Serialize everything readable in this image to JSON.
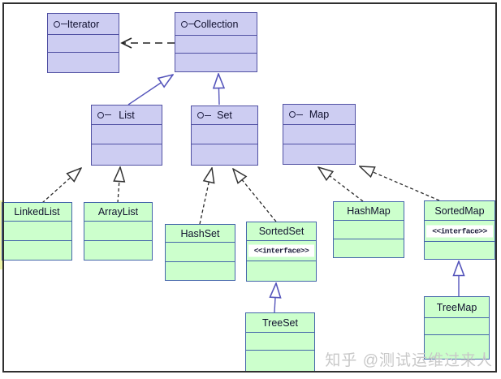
{
  "nodes": {
    "iterator": {
      "name": "Iterator",
      "kind": "interface"
    },
    "collection": {
      "name": "Collection",
      "kind": "interface"
    },
    "list": {
      "name": "List",
      "kind": "interface"
    },
    "set": {
      "name": "Set",
      "kind": "interface"
    },
    "map": {
      "name": "Map",
      "kind": "interface"
    },
    "linkedlist": {
      "name": "LinkedList",
      "kind": "class"
    },
    "arraylist": {
      "name": "ArrayList",
      "kind": "class"
    },
    "hashset": {
      "name": "HashSet",
      "kind": "class"
    },
    "sortedset": {
      "name": "SortedSet",
      "kind": "class",
      "stereotype": "<<interface>>"
    },
    "hashmap": {
      "name": "HashMap",
      "kind": "class"
    },
    "sortedmap": {
      "name": "SortedMap",
      "kind": "class",
      "stereotype": "<<interface>>"
    },
    "treeset": {
      "name": "TreeSet",
      "kind": "class"
    },
    "treemap": {
      "name": "TreeMap",
      "kind": "class"
    }
  },
  "relations": [
    {
      "from": "Collection",
      "to": "Iterator",
      "type": "dependency (dashed, open arrow)"
    },
    {
      "from": "List",
      "to": "Collection",
      "type": "generalization (solid, hollow triangle)"
    },
    {
      "from": "Set",
      "to": "Collection",
      "type": "generalization (solid, hollow triangle)"
    },
    {
      "from": "LinkedList",
      "to": "List",
      "type": "realization (dashed, hollow triangle)"
    },
    {
      "from": "ArrayList",
      "to": "List",
      "type": "realization (dashed, hollow triangle)"
    },
    {
      "from": "HashSet",
      "to": "Set",
      "type": "realization (dashed, hollow triangle)"
    },
    {
      "from": "SortedSet",
      "to": "Set",
      "type": "realization (dashed, hollow triangle)"
    },
    {
      "from": "HashMap",
      "to": "Map",
      "type": "realization (dashed, hollow triangle)"
    },
    {
      "from": "SortedMap",
      "to": "Map",
      "type": "realization (dashed, hollow triangle)"
    },
    {
      "from": "TreeSet",
      "to": "SortedSet",
      "type": "generalization (solid, hollow triangle)"
    },
    {
      "from": "TreeMap",
      "to": "SortedMap",
      "type": "generalization (solid, hollow triangle)"
    }
  ],
  "watermark": {
    "text": "知乎 @测试运维过来人"
  },
  "colors": {
    "interface_fill": "#cdcdf2",
    "interface_border": "#5151a3",
    "class_fill": "#ccffcc",
    "class_border": "#4466aa",
    "solid_edge": "#5555bb",
    "dashed_edge": "#2a2a2a",
    "watermark": "#c8c8c8",
    "frame": "#2f2f2f"
  }
}
